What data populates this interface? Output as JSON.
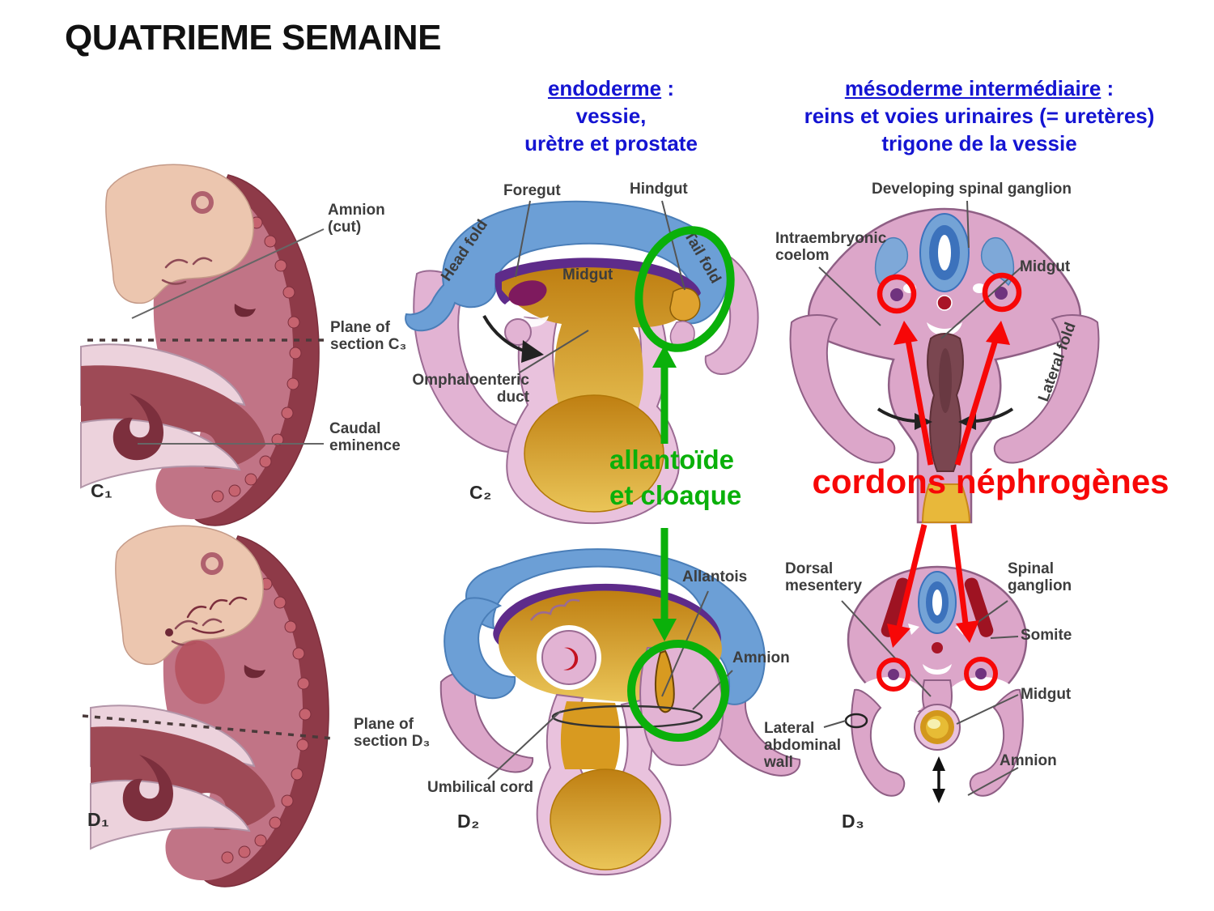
{
  "title": "QUATRIEME SEMAINE",
  "headers": {
    "endoderme": {
      "title": "endoderme",
      "suffix": " :",
      "lines": [
        "vessie,",
        "urètre et prostate"
      ],
      "color": "#1414d2"
    },
    "mesoderme": {
      "title": "mésoderme intermédiaire",
      "suffix": " :",
      "lines": [
        "reins et voies urinaires (= uretères)",
        "trigone de la vessie"
      ],
      "color": "#1414d2"
    }
  },
  "callouts": {
    "green": {
      "lines": [
        "allantoïde",
        "et cloaque"
      ],
      "color": "#0ab00a"
    },
    "red": {
      "text": "cordons néphrogènes",
      "color": "#f70707"
    }
  },
  "panels": {
    "c1": {
      "tag": "C₁",
      "labels": {
        "amnion_cut": [
          "Amnion",
          "(cut)"
        ],
        "plane": [
          "Plane of",
          "section C₃"
        ],
        "caudal": [
          "Caudal",
          "eminence"
        ]
      }
    },
    "c2": {
      "tag": "C₂",
      "labels": {
        "head_fold": "Head fold",
        "foregut": "Foregut",
        "hindgut": "Hindgut",
        "midgut": "Midgut",
        "tail_fold": "Tail fold",
        "omphaloenteric": [
          "Omphaloenteric",
          "duct"
        ]
      }
    },
    "c3": {
      "labels": {
        "developing_spinal_ganglion": "Developing spinal ganglion",
        "intraembryonic_coelom": [
          "Intraembryonic",
          "coelom"
        ],
        "midgut": "Midgut",
        "lateral_fold": "Lateral fold"
      }
    },
    "d1": {
      "tag": "D₁",
      "labels": {
        "plane": [
          "Plane of",
          "section D₃"
        ]
      }
    },
    "d2": {
      "tag": "D₂",
      "labels": {
        "allantois": "Allantois",
        "amnion": "Amnion",
        "umbilical_cord": "Umbilical cord"
      }
    },
    "d3": {
      "tag": "D₃",
      "labels": {
        "dorsal_mesentery": [
          "Dorsal",
          "mesentery"
        ],
        "spinal_ganglion": [
          "Spinal",
          "ganglion"
        ],
        "somite": "Somite",
        "midgut": "Midgut",
        "lateral_abdominal_wall": [
          "Lateral",
          "abdominal",
          "wall"
        ],
        "amnion": "Amnion"
      }
    }
  },
  "figure_colors": {
    "amniotic_blue": "#6c9fd6",
    "neural_purple": "#5e2b8a",
    "yolk_gold": "#dfa22e",
    "amnion_pink": "#e2b3d3",
    "section_pink": "#dca6c9",
    "embryo_body": "#c17486",
    "embryo_back": "#8e3a48",
    "embryo_head": "#ecc6af",
    "somite_red": "#9e1322",
    "midgut_maroon": "#7a4650",
    "annotation_green": "#0ab00a",
    "annotation_red": "#f70707",
    "header_blue": "#1414d2"
  }
}
